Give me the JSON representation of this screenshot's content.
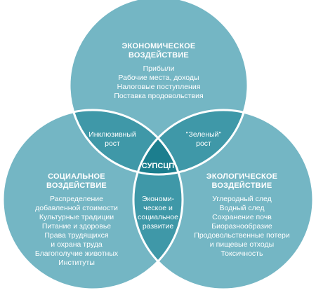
{
  "colors": {
    "circle": "#74b6c4",
    "pair_overlap": "#3f98a8",
    "center": "#1c7e8e",
    "stroke": "#ffffff",
    "text": "#ffffff"
  },
  "economic": {
    "title_line1": "ЭКОНОМИЧЕСКОЕ",
    "title_line2": "ВОЗДЕЙСТВИЕ",
    "items": [
      "Прибыли",
      "Рабочие места, доходы",
      "Налоговые поступления",
      "Поставка продовольствия"
    ]
  },
  "social": {
    "title_line1": "СОЦИАЛЬНОЕ",
    "title_line2": "ВОЗДЕЙСТВИЕ",
    "items": [
      "Распределение",
      "добавленной стоимости",
      "Культурные традиции",
      "Питание и здоровье",
      "Права трудящихся",
      "и охрана труда",
      "Благополучие животных",
      "Институты"
    ]
  },
  "ecological": {
    "title_line1": "ЭКОЛОГИЧЕСКОЕ",
    "title_line2": "ВОЗДЕЙСТВИЕ",
    "items": [
      "Углеродный след",
      "Водный след",
      "Сохранение почв",
      "Биоразнообразие",
      "Продовольственные потери",
      "и пищевые отходы",
      "Токсичность"
    ]
  },
  "overlaps": {
    "inclusive": [
      "Инклюзивный",
      "рост"
    ],
    "green": [
      "\"Зеленый\"",
      "рост"
    ],
    "socioeconomic": [
      "Экономи-",
      "ческое и",
      "социальное",
      "развитие"
    ],
    "center": "СУПСЦП"
  }
}
